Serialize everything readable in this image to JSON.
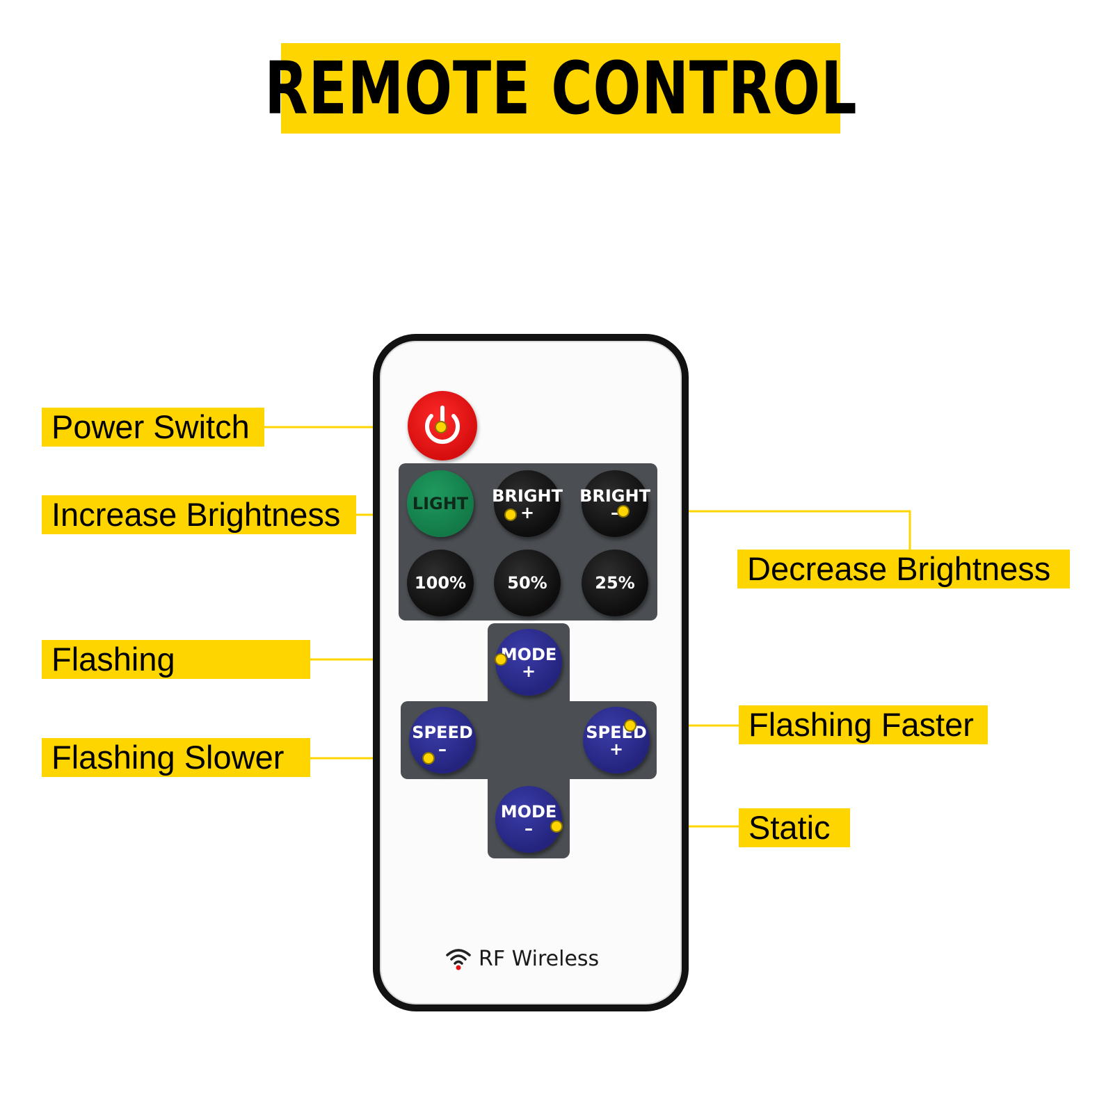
{
  "title": "REMOTE CONTROL",
  "callouts": {
    "power_switch": "Power Switch",
    "increase_brightness": "Increase Brightness",
    "decrease_brightness": "Decrease Brightness",
    "flashing": "Flashing",
    "flashing_slower": "Flashing Slower",
    "flashing_faster": "Flashing Faster",
    "static": "Static"
  },
  "remote": {
    "buttons": {
      "light": "LIGHT",
      "bright_plus": "BRIGHT",
      "bright_plus_sign": "+",
      "bright_minus": "BRIGHT",
      "bright_minus_sign": "–",
      "pct_100": "100%",
      "pct_50": "50%",
      "pct_25": "25%",
      "mode_plus": "MODE",
      "mode_plus_sign": "+",
      "mode_minus": "MODE",
      "mode_minus_sign": "–",
      "speed_minus": "SPEED",
      "speed_minus_sign": "–",
      "speed_plus": "SPEED",
      "speed_plus_sign": "+"
    },
    "footer": "RF Wireless",
    "footer_icon": "wifi-icon"
  },
  "colors": {
    "accent_yellow": "#FFD500",
    "power_red": "#E01010",
    "light_green": "#168A52",
    "mode_speed_blue": "#2A2A8C",
    "panel_gray": "#4B4F53"
  }
}
